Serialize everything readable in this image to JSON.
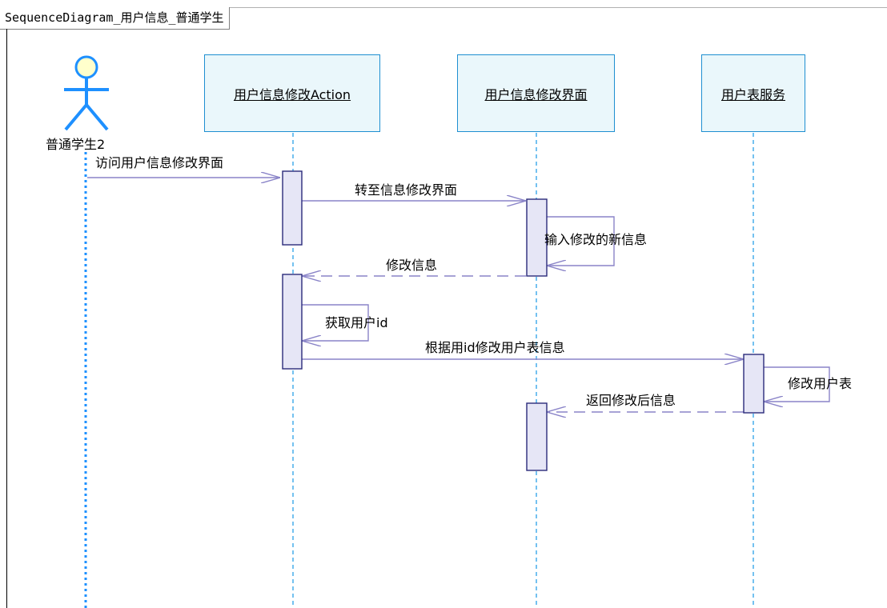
{
  "diagram": {
    "title": "SequenceDiagram_用户信息_普通学生",
    "actor": {
      "label": "普通学生2"
    },
    "lifelines": [
      {
        "label": "用户信息修改Action"
      },
      {
        "label": "用户信息修改界面"
      },
      {
        "label": "用户表服务"
      }
    ],
    "messages": [
      {
        "label": "访问用户信息修改界面",
        "type": "call"
      },
      {
        "label": "转至信息修改界面",
        "type": "call"
      },
      {
        "label": "输入修改的新信息",
        "type": "self"
      },
      {
        "label": "修改信息",
        "type": "return"
      },
      {
        "label": "获取用户id",
        "type": "self"
      },
      {
        "label": "根据用id修改用户表信息",
        "type": "call"
      },
      {
        "label": "修改用户表",
        "type": "self"
      },
      {
        "label": "返回修改后信息",
        "type": "return"
      }
    ],
    "colors": {
      "lifeline_border": "#1e8fd1",
      "lifeline_fill": "#eaf7fb",
      "message_line": "#8a84c8",
      "activation_fill": "#e6e6f6",
      "activation_border": "#2a2a7a",
      "lifeline_dash": "#2aa0e8",
      "actor_head": "#ffffcc"
    }
  }
}
